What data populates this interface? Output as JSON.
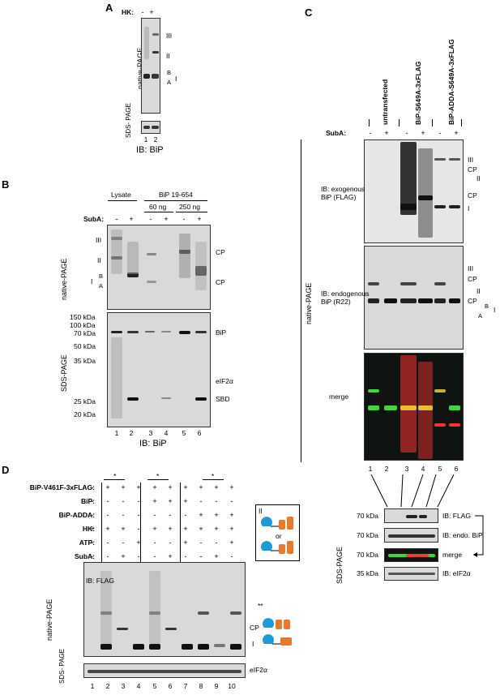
{
  "panels": {
    "A": {
      "letter": "A",
      "hk_label": "HK:",
      "hk_signs": [
        "-",
        "+"
      ],
      "native_label": "native-PAGE",
      "sds_label": "SDS-\nPAGE",
      "right_labels": {
        "iii": "III",
        "ii": "II",
        "b": "B",
        "a": "A",
        "i": "I"
      },
      "lanes": [
        "1",
        "2"
      ],
      "ib": "IB: BiP"
    },
    "B": {
      "letter": "B",
      "lysate": "Lysate",
      "bip": "BiP 19-654",
      "ng60": "60 ng",
      "ng250": "250 ng",
      "suba_label": "SubA:",
      "suba_signs": [
        "-",
        "+",
        "-",
        "+",
        "-",
        "+"
      ],
      "native_label": "native-PAGE",
      "sds_label": "SDS-PAGE",
      "left_labels": {
        "iii": "III",
        "ii": "II",
        "b": "B",
        "a": "A",
        "i": "I"
      },
      "right_labels": {
        "cp1": "CP",
        "cp2": "CP",
        "bip": "BiP",
        "eif2a": "eIF2α",
        "sbd": "SBD"
      },
      "markers": [
        "150 kDa",
        "100 kDa",
        "70 kDa",
        "50 kDa",
        "35 kDa",
        "25 kDa",
        "20 kDa"
      ],
      "lanes": [
        "1",
        "2",
        "3",
        "4",
        "5",
        "6"
      ],
      "ib": "IB: BiP"
    },
    "C": {
      "letter": "C",
      "col_labels": [
        "untransfected",
        "BiP-S649A-3xFLAG",
        "BiP-ADDA-S649A-3xFLAG"
      ],
      "suba_label": "SubA:",
      "suba_signs": [
        "-",
        "+",
        "-",
        "+",
        "-",
        "+"
      ],
      "native_label": "native-PAGE",
      "sds_label": "SDS-PAGE",
      "ib_exo": "IB: exogenous\nBiP (FLAG)",
      "ib_endo": "IB: endogenous\nBiP (R22)",
      "merge": "merge",
      "exo_labels": {
        "iii": "III",
        "cp1": "CP",
        "ii": "II",
        "cp2": "CP",
        "i": "I"
      },
      "endo_labels": {
        "iii": "III",
        "cp1": "CP",
        "ii": "II",
        "cp2": "CP",
        "b": "B",
        "a": "A",
        "i": "I"
      },
      "lanes": [
        "1",
        "2",
        "3",
        "4",
        "5",
        "6"
      ],
      "sds_markers": [
        "70 kDa",
        "70 kDa",
        "70 kDa",
        "35 kDa"
      ],
      "sds_ibs": [
        "IB: FLAG",
        "IB: endo. BiP",
        "merge",
        "IB: eIF2α"
      ]
    },
    "D": {
      "letter": "D",
      "rows": [
        {
          "label": "BiP-V461F-3xFLAG:",
          "signs": [
            "-",
            "+",
            "+",
            "+",
            "+",
            "+",
            "+",
            "+",
            "+",
            "+"
          ]
        },
        {
          "label": "BiP:",
          "signs": [
            "-",
            "-",
            "-",
            "-",
            "+",
            "+",
            "+",
            "-",
            "-",
            "-"
          ]
        },
        {
          "label": "BiP-ADDA:",
          "signs": [
            "-",
            "-",
            "-",
            "-",
            "-",
            "-",
            "-",
            "+",
            "+",
            "+"
          ]
        },
        {
          "label": "HK:",
          "signs": [
            "+",
            "+",
            "+",
            "-",
            "+",
            "+",
            "+",
            "+",
            "+",
            "+"
          ]
        },
        {
          "label": "ATP:",
          "signs": [
            "-",
            "-",
            "-",
            "+",
            "-",
            "-",
            "+",
            "-",
            "-",
            "+"
          ]
        },
        {
          "label": "SubA:",
          "signs": [
            "-",
            "-",
            "+",
            "-",
            "-",
            "+",
            "-",
            "-",
            "+",
            "-"
          ]
        }
      ],
      "star": "*",
      "native_label": "native-PAGE",
      "sds_label": "SDS-\nPAGE",
      "ib": "IB: FLAG",
      "right_labels": {
        "dstar": "**",
        "cp": "CP",
        "i": "I",
        "eif2a": "eIF2α"
      },
      "legend": {
        "ii": "II",
        "or": "or"
      },
      "lanes": [
        "1",
        "2",
        "3",
        "4",
        "5",
        "6",
        "7",
        "8",
        "9",
        "10"
      ]
    }
  },
  "colors": {
    "bip_blue": "#1f9ad6",
    "bip_orange": "#e8782a",
    "merge_red": "#ff3030",
    "merge_green": "#3cd83c"
  }
}
